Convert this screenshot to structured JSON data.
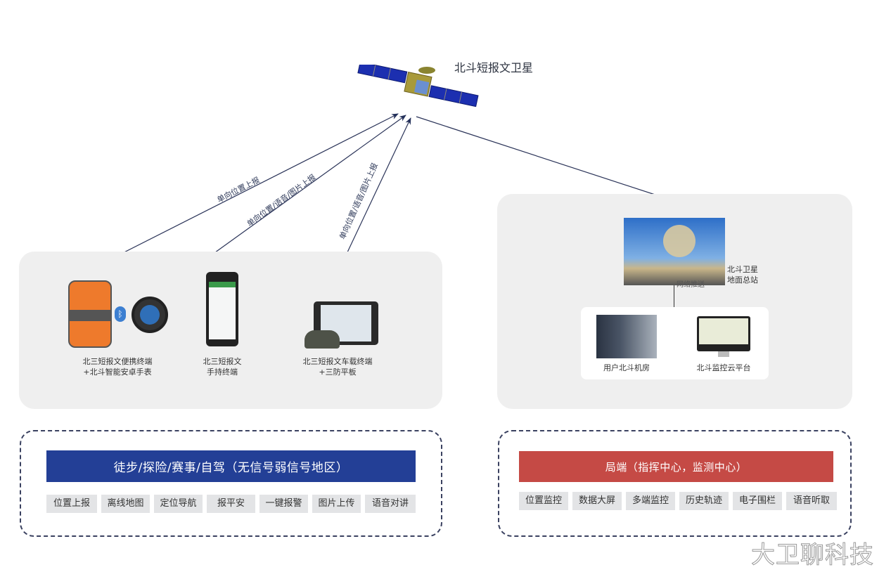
{
  "satellite": {
    "title": "北斗短报文卫星",
    "icon": "satellite-icon"
  },
  "uplinks": [
    {
      "label": "单向位置上报"
    },
    {
      "label": "单向位置/语音/图片上报"
    },
    {
      "label": "单向位置/语音/图片上报"
    }
  ],
  "left_panel": {
    "devices": [
      {
        "name": "portable-terminal",
        "caption_line1": "北三短报文便携终端",
        "caption_line2": "+北斗智能安卓手表",
        "icon": "bluetooth-icon"
      },
      {
        "name": "handheld-terminal",
        "caption_line1": "北三短报文",
        "caption_line2": "手持终端"
      },
      {
        "name": "vehicle-terminal",
        "caption_line1": "北三短报文车载终端",
        "caption_line2": "+三防平板"
      }
    ]
  },
  "right_panel": {
    "ground_station_label_line1": "北斗卫星",
    "ground_station_label_line2": "地面总站",
    "push_label": "网络推送",
    "endpoints": [
      {
        "caption": "用户北斗机房"
      },
      {
        "caption": "北斗监控云平台"
      }
    ]
  },
  "left_scenario": {
    "banner": "徒步/探险/赛事/自驾（无信号弱信号地区）",
    "color": "#233f96",
    "tags": [
      "位置上报",
      "离线地图",
      "定位导航",
      "报平安",
      "一键报警",
      "图片上传",
      "语音对讲"
    ]
  },
  "right_scenario": {
    "banner": "局端（指挥中心，监测中心）",
    "color": "#c54a45",
    "tags": [
      "位置监控",
      "数据大屏",
      "多端监控",
      "历史轨迹",
      "电子围栏",
      "语音听取"
    ]
  },
  "watermark": "大卫聊科技"
}
